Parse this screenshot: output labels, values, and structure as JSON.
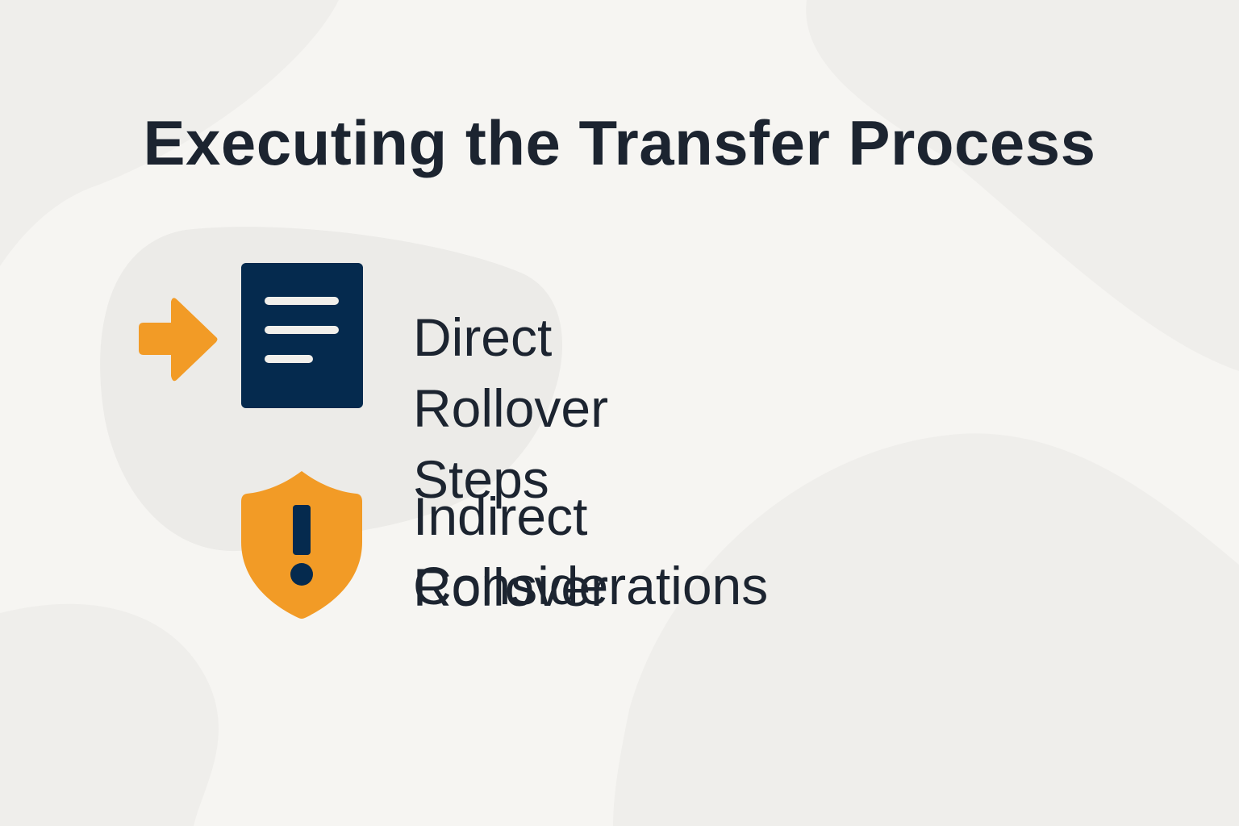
{
  "title": "Executing the Transfer Process",
  "items": [
    {
      "label": "Direct Rollover Steps",
      "icon": "document-icon",
      "accent_icon": "arrow-right-icon"
    },
    {
      "label_line1": "Indirect Rollover",
      "label_line2": "Considerations",
      "icon": "warning-shield-icon"
    }
  ],
  "colors": {
    "background": "#f6f5f2",
    "navy": "#052a4e",
    "orange": "#f29b26",
    "text": "#1c2430"
  }
}
